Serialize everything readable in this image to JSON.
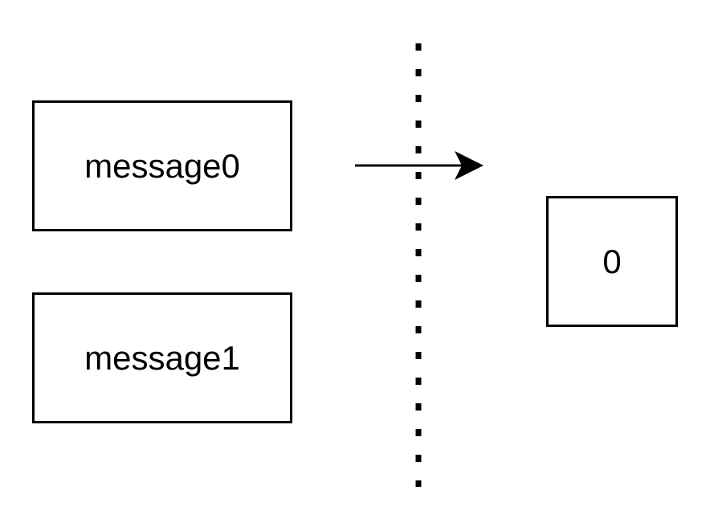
{
  "left_boxes": [
    {
      "label": "message0"
    },
    {
      "label": "message1"
    }
  ],
  "right_box": {
    "label": "0"
  },
  "colors": {
    "stroke": "#000000",
    "background": "#ffffff"
  }
}
